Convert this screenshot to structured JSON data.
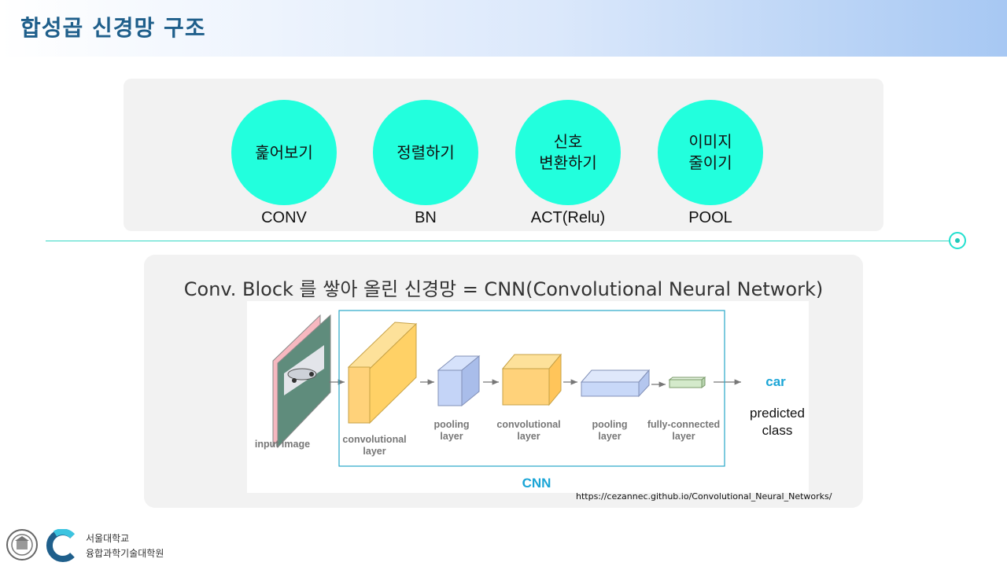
{
  "header": {
    "title": "합성곱 신경망 구조"
  },
  "colors": {
    "circle": "#22ffdd",
    "accent": "#1aa5d6",
    "title": "#1f5f8b"
  },
  "steps": [
    {
      "text": "훑어보기",
      "label": "CONV"
    },
    {
      "text": "정렬하기",
      "label": "BN"
    },
    {
      "text": "신호\n변환하기",
      "label": "ACT(Relu)"
    },
    {
      "text": "이미지\n줄이기",
      "label": "POOL"
    }
  ],
  "cnn": {
    "title": "Conv. Block 를 쌓아 올린 신경망 = CNN(Convolutional Neural Network)",
    "labels": {
      "input": "input image",
      "conv1": [
        "convolutional",
        "layer"
      ],
      "pool1": [
        "pooling",
        "layer"
      ],
      "conv2": [
        "convolutional",
        "layer"
      ],
      "pool2": [
        "pooling",
        "layer"
      ],
      "fc": [
        "fully-connected",
        "layer"
      ],
      "output": "car",
      "predicted": [
        "predicted",
        "class"
      ],
      "box": "CNN"
    },
    "source": "https://cezannec.github.io/Convolutional_Neural_Networks/"
  },
  "footer": {
    "university": "서울대학교",
    "school": "융합과학기술대학원"
  }
}
